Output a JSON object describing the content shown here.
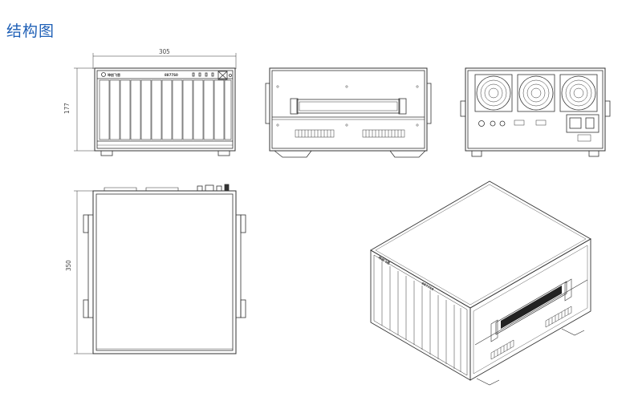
{
  "title": "结构图",
  "dimensions": {
    "front_width": "305",
    "front_height": "177",
    "top_depth": "350"
  },
  "labels": {
    "brand": "坤创飞思",
    "model": "8877S0"
  },
  "colors": {
    "title": "#1e5fb6",
    "line": "#333333"
  }
}
